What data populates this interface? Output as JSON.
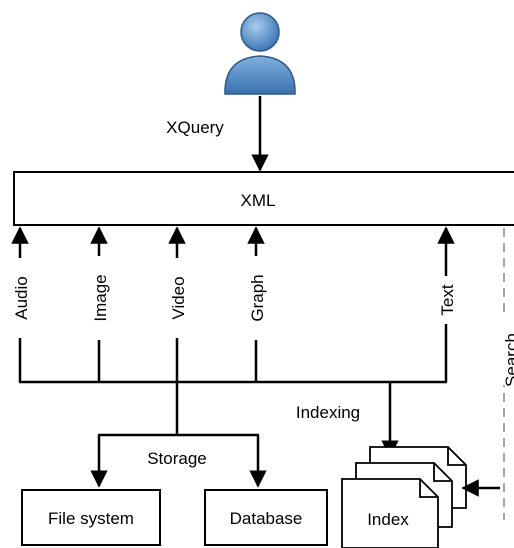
{
  "user": {
    "icon": "user-icon",
    "color": "#5b95cc"
  },
  "query_label": "XQuery",
  "xml_label": "XML",
  "sources": [
    "Audio",
    "Image",
    "Video",
    "Graph",
    "Text"
  ],
  "search_label": "Search",
  "indexing_label": "Indexing",
  "storage_label": "Storage",
  "storage_targets": [
    "File system",
    "Database"
  ],
  "index_label": "Index"
}
